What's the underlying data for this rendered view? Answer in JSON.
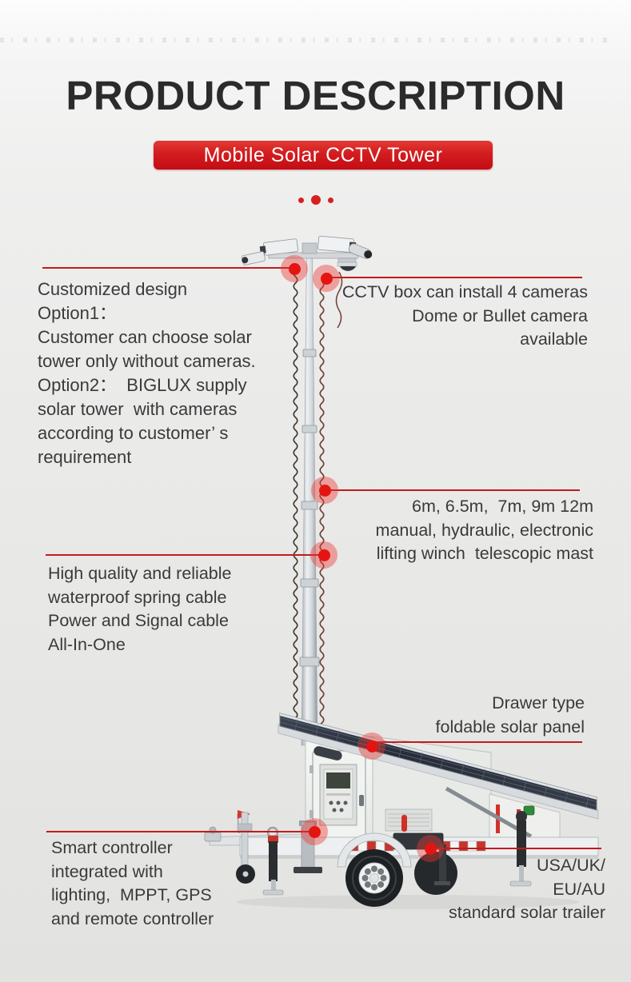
{
  "header": {
    "title": "PRODUCT DESCRIPTION",
    "banner_label": "Mobile Solar CCTV Tower"
  },
  "callouts": {
    "customized_design": "Customized design\nOption1：\nCustomer can choose solar\ntower only without cameras.\nOption2：  BIGLUX supply\nsolar tower  with cameras\naccording to customer’ s\nrequirement",
    "cctv_box": "CCTV box can install 4 cameras\nDome or Bullet camera\navailable",
    "telescopic_mast": "6m, 6.5m,  7m, 9m 12m\nmanual, hydraulic, electronic\nlifting winch  telescopic mast",
    "spring_cable": "High quality and reliable\nwaterproof spring cable\nPower and Signal cable\nAll-In-One",
    "solar_panel": "Drawer type\nfoldable solar panel",
    "smart_controller": "Smart controller\nintegrated with\nlighting,  MPPT, GPS\nand remote controller",
    "solar_trailer": "USA/UK/\nEU/AU\nstandard solar trailer"
  },
  "colors": {
    "accent_line_red": "#c31b1b",
    "callout_dot_red": "#e41511",
    "banner_red_top": "#e23a33",
    "banner_red_bottom": "#c40d13",
    "title_ink": "#2b2b2b",
    "body_ink": "#3a3a3a"
  }
}
